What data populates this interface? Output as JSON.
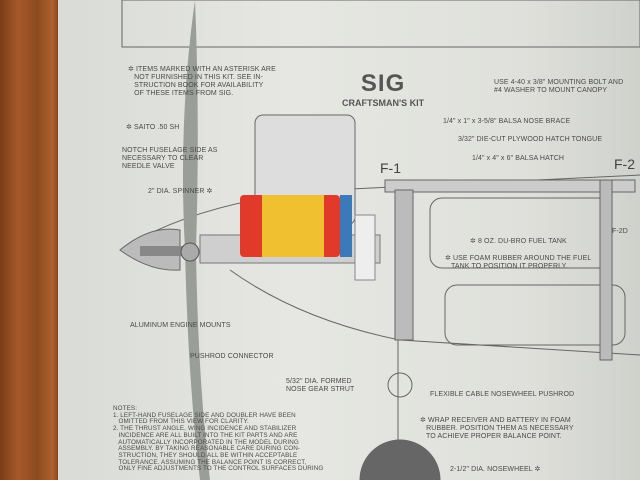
{
  "logo": {
    "brand": "SIG",
    "subtitle": "CRAFTSMAN'S KIT"
  },
  "labels": {
    "asterisk_note": "✲ ITEMS MARKED WITH AN ASTERISK ARE\n   NOT FURNISHED IN THIS KIT. SEE IN-\n   STRUCTION BOOK FOR AVAILABILITY\n   OF THESE ITEMS FROM SIG.",
    "engine": "✲ SAITO .50 SH",
    "notch": "NOTCH FUSELAGE SIDE AS\nNECESSARY TO CLEAR\nNEEDLE VALVE",
    "spinner": "2\" DIA. SPINNER ✲",
    "canopy": "USE 4-40 x 3/8\" MOUNTING BOLT AND\n#4 WASHER TO MOUNT CANOPY",
    "nose_brace": "1/4\" x 1\" x 3-5/8\" BALSA NOSE BRACE",
    "hatch_tongue": "3/32\" DIE-CUT PLYWOOD HATCH TONGUE",
    "hatch": "1/4\" x 4\" x 6\" BALSA HATCH",
    "f1": "F-1",
    "f2": "F-2",
    "f2d": "F-2D",
    "fuel_tank": "✲ 8 OZ. DU-BRO FUEL TANK",
    "foam": "✲ USE FOAM RUBBER AROUND THE FUEL\n   TANK TO POSITION IT PROPERLY.",
    "mounts": "ALUMINUM ENGINE MOUNTS",
    "rod": "PUSHROD CONNECTOR",
    "strut": "5/32\" DIA. FORMED\nNOSE GEAR STRUT",
    "pushrod": "FLEXIBLE CABLE NOSEWHEEL PUSHROD",
    "wrap": "✲ WRAP RECEIVER AND BATTERY IN FOAM\n   RUBBER. POSITION THEM AS NECESSARY\n   TO ACHIEVE PROPER BALANCE POINT.",
    "nosewheel": "2-1/2\" DIA. NOSEWHEEL ✲",
    "notes": "NOTES:\n1. LEFT-HAND FUSELAGE SIDE AND DOUBLER HAVE BEEN\n   OMITTED FROM THIS VIEW FOR CLARITY.\n2. THE THRUST ANGLE, WING INCIDENCE AND STABILIZER\n   INCIDENCE ARE ALL BUILT INTO THE KIT PARTS AND ARE\n   AUTOMATICALLY INCORPORATED IN THE MODEL DURING\n   ASSEMBLY. BY TAKING REASONABLE CARE DURING CON-\n   STRUCTION, THEY SHOULD ALL BE WITHIN ACCEPTABLE\n   TOLERANCE. ASSUMING THE BALANCE POINT IS CORRECT,\n   ONLY FINE ADJUSTMENTS TO THE CONTROL SURFACES DURING"
  }
}
